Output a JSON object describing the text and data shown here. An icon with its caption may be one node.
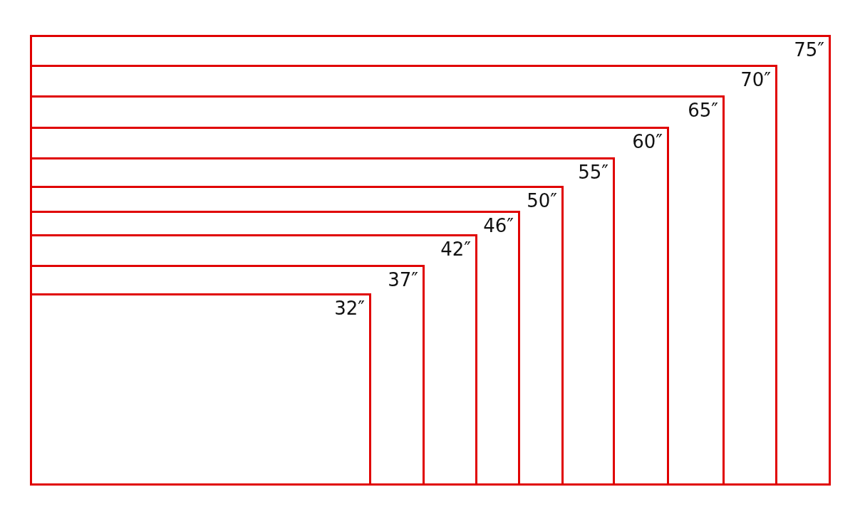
{
  "diagram": {
    "nodes": [
      {
        "text": [
          "75″"
        ]
      },
      {
        "text": [
          "70″"
        ],
        "in": 0
      },
      {
        "text": [
          "65″"
        ],
        "in": 1
      },
      {
        "text": [
          "60″"
        ],
        "in": 2
      },
      {
        "text": [
          "55″"
        ],
        "in": 3
      },
      {
        "text": [
          "50″"
        ],
        "in": 4
      },
      {
        "text": [
          "46″"
        ],
        "in": 5
      },
      {
        "text": [
          "42″"
        ],
        "in": 6
      },
      {
        "text": [
          "37″"
        ],
        "in": 7
      },
      {
        "text": [
          "32″"
        ],
        "in": 8
      }
    ]
  }
}
